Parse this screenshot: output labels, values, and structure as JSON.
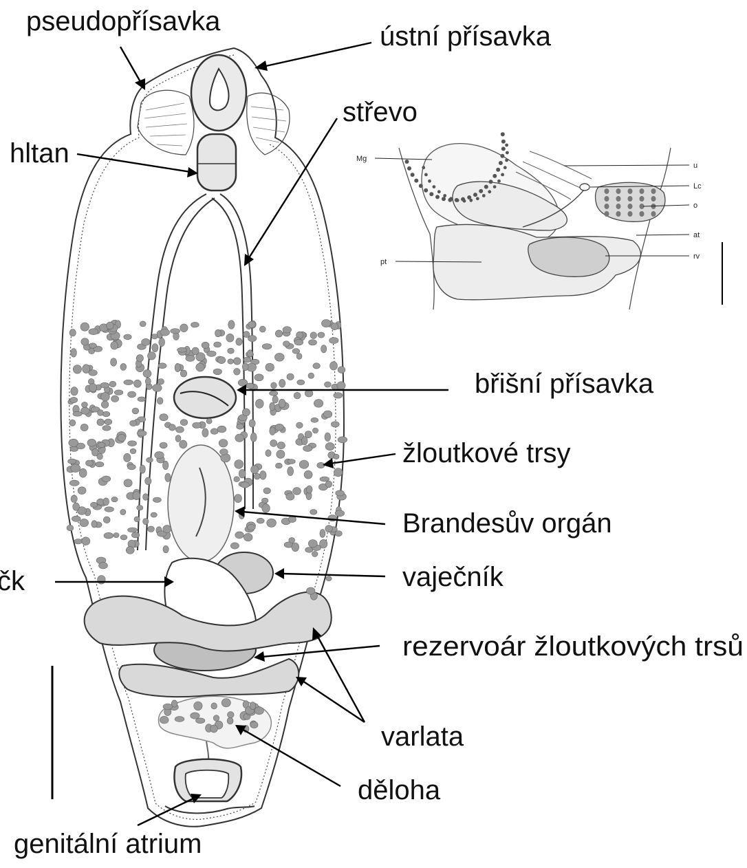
{
  "labels": {
    "pseudo_sucker": "pseudopřísavka",
    "oral_sucker": "ústní přísavka",
    "intestine": "střevo",
    "pharynx": "hltan",
    "ventral_sucker": "břišní přísavka",
    "vitelline_follicles": "žloutkové trsy",
    "brandes_organ": "Brandesův orgán",
    "ovary": "vaječník",
    "cut_left_label": "čk",
    "vitelline_reservoir": "rezervoár žloutkových trsů",
    "testes": "varlata",
    "uterus": "děloha",
    "genital_atrium": "genitální atrium"
  },
  "inset": {
    "labels": {
      "mg": "Mg",
      "u": "u",
      "lc": "Lc",
      "o": "o",
      "at": "at",
      "rv": "rv",
      "pt": "pt"
    }
  },
  "colors": {
    "ink": "#111111",
    "background": "#ffffff"
  }
}
